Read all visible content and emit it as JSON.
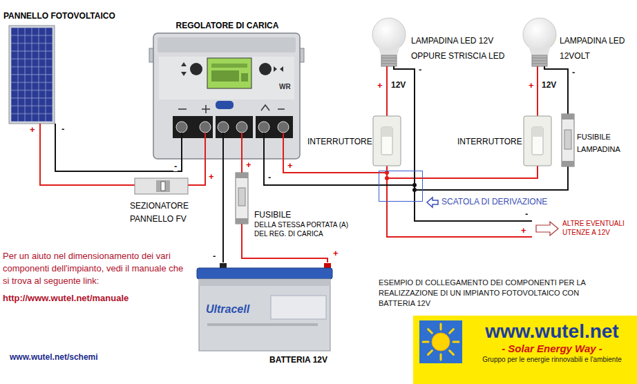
{
  "diagram": {
    "nodes": [
      {
        "text": [
          "PANNELLO FOTOVOLTAICO"
        ]
      },
      {
        "text": [
          "REGOLATORE DI CARICA"
        ]
      },
      {
        "text": [
          "LAMPADINA LED 12V OPPURE STRISCIA LED"
        ]
      },
      {
        "text": [
          "LAMPADINA LED 12VOLT"
        ]
      },
      {
        "text": [
          "INTERRUTTORE"
        ]
      },
      {
        "text": [
          "INTERRUTTORE"
        ]
      },
      {
        "text": [
          "FUSIBILE LAMPADINA"
        ]
      },
      {
        "text": [
          "SCATOLA DI DERIVAZIONE"
        ]
      },
      {
        "text": [
          "SEZIONATORE PANNELLO FV"
        ]
      },
      {
        "text": [
          "FUSIBILE",
          "DELLA STESSA PORTATA (A) DEL REG. DI CARICA"
        ]
      },
      {
        "text": [
          "ALTRE EVENTUALI UTENZE A 12V"
        ]
      },
      {
        "text": [
          "BATTERIA 12V"
        ]
      },
      {
        "text": [
          "www.wutel.net",
          "- Solar Energy Way -",
          "Gruppo per le energie rinnovabili e l'ambiente"
        ]
      }
    ],
    "edges": [
      {
        "from": 0,
        "to": 8,
        "arrow": "none"
      },
      {
        "from": 8,
        "to": 1,
        "arrow": "none"
      },
      {
        "from": 0,
        "to": 1,
        "arrow": "none"
      },
      {
        "from": 1,
        "to": 9,
        "arrow": "none"
      },
      {
        "from": 9,
        "to": 11,
        "arrow": "none"
      },
      {
        "from": 1,
        "to": 11,
        "arrow": "none"
      },
      {
        "from": 1,
        "to": 7,
        "arrow": "none"
      },
      {
        "from": 1,
        "to": 7,
        "arrow": "none"
      },
      {
        "from": 7,
        "to": 4,
        "arrow": "none"
      },
      {
        "from": 4,
        "to": 2,
        "arrow": "none"
      },
      {
        "from": 2,
        "to": 7,
        "arrow": "none"
      },
      {
        "from": 7,
        "to": 5,
        "arrow": "none"
      },
      {
        "from": 5,
        "to": 3,
        "arrow": "none"
      },
      {
        "from": 3,
        "to": 6,
        "arrow": "none"
      },
      {
        "from": 6,
        "to": 7,
        "arrow": "none"
      },
      {
        "from": 7,
        "to": 10,
        "arrow": "none"
      },
      {
        "from": 7,
        "to": 10,
        "arrow": "none"
      }
    ],
    "labels": [
      "+",
      "-",
      "-",
      "+",
      "+",
      "-",
      "+",
      "-",
      "+",
      "+",
      "12V",
      "-",
      "+",
      "12V",
      "-",
      "-",
      "+",
      "Per un aiuto nel dimensionamento dei vari componenti dell'impianto, vedi il manuale che si trova al seguente link:",
      "http://www.wutel.net/manuale",
      "ESEMPIO DI COLLEGAMENTO DEI COMPONENTI PER LA REALIZZAZIONE DI UN IMPIANTO FOTOVOLTAICO CON BATTERIA 12V",
      "www.wutel.net/schemi",
      "WR",
      "Ultracell"
    ]
  }
}
